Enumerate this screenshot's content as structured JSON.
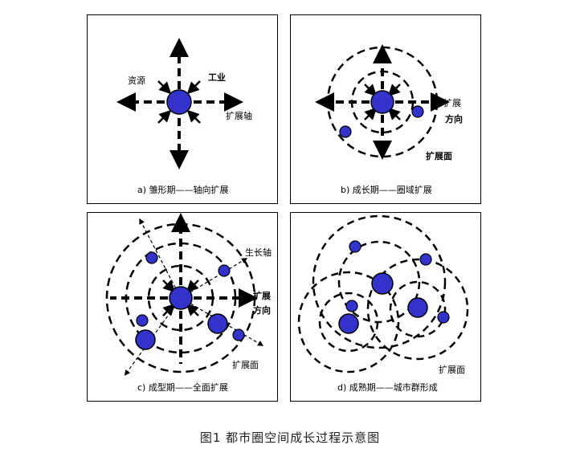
{
  "panels": {
    "a": {
      "caption": "a) 雏形期——轴向扩展",
      "labels": {
        "resource": "资源",
        "industry": "工业",
        "axis": "扩展轴"
      }
    },
    "b": {
      "caption": "b) 成长期——圈域扩展",
      "labels": {
        "expand": "扩展",
        "direction": "方向",
        "surface": "扩展面"
      }
    },
    "c": {
      "caption": "c) 成型期——全面扩展",
      "labels": {
        "growth_axis": "生长轴",
        "expand": "扩展",
        "direction": "方向",
        "surface": "扩展面"
      }
    },
    "d": {
      "caption": "d) 成熟期——城市群形成",
      "labels": {
        "surface": "扩展面"
      }
    }
  },
  "figure_caption": "图1 都市圈空间成长过程示意图",
  "colors": {
    "node_fill": "#3333cc",
    "stroke": "#000000"
  }
}
